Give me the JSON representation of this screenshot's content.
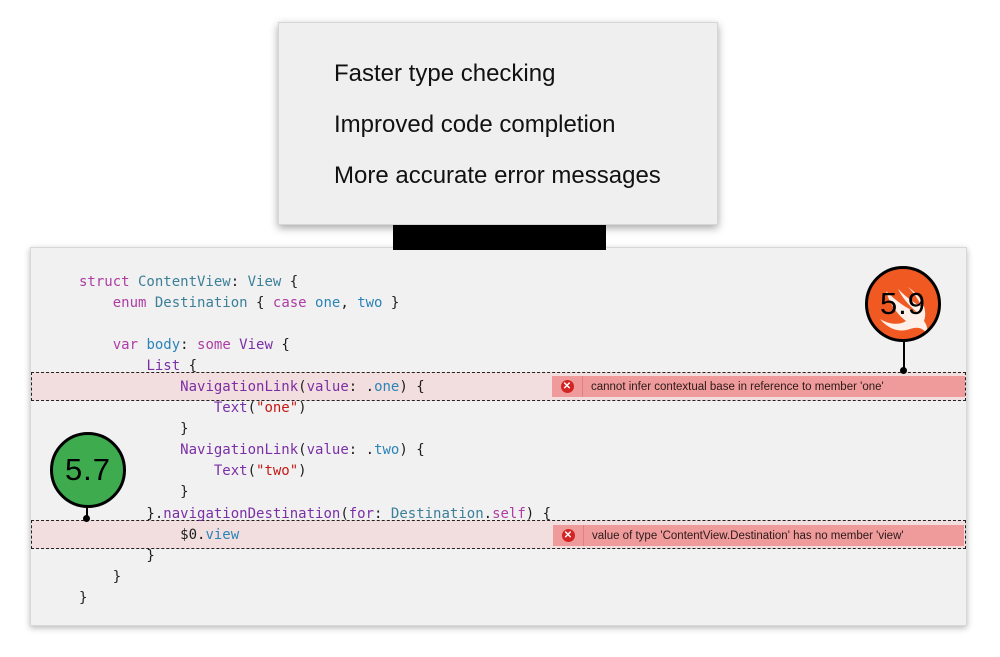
{
  "features": [
    "Faster type checking",
    "Improved code completion",
    "More accurate error messages"
  ],
  "badges": {
    "new_version": "5.9",
    "old_version": "5.7",
    "new_color": "#f05a22",
    "old_color": "#3dab4e"
  },
  "code": {
    "l1": {
      "a": "struct",
      "b": " ContentView",
      "c": ": ",
      "d": "View",
      "e": " {"
    },
    "l2": {
      "a": "    ",
      "b": "enum",
      "c": " Destination",
      "d": " { ",
      "e": "case",
      "f": " one",
      "g": ", ",
      "h": "two",
      "i": " }"
    },
    "l4": {
      "a": "    ",
      "b": "var",
      "c": " body",
      "d": ": ",
      "e": "some",
      "f": " View",
      "g": " {"
    },
    "l5": {
      "a": "        ",
      "b": "List",
      "c": " {"
    },
    "l6": {
      "a": "            ",
      "b": "NavigationLink",
      "c": "(",
      "d": "value",
      "e": ": .",
      "f": "one",
      "g": ") {"
    },
    "l7": {
      "a": "                ",
      "b": "Text",
      "c": "(",
      "d": "\"one\"",
      "e": ")"
    },
    "l8": {
      "a": "            }"
    },
    "l9": {
      "a": "            ",
      "b": "NavigationLink",
      "c": "(",
      "d": "value",
      "e": ": .",
      "f": "two",
      "g": ") {"
    },
    "l10": {
      "a": "                ",
      "b": "Text",
      "c": "(",
      "d": "\"two\"",
      "e": ")"
    },
    "l11": {
      "a": "            }"
    },
    "l12": {
      "a": "        }.",
      "b": "navigationDestination",
      "c": "(",
      "d": "for",
      "e": ": ",
      "f": "Destination",
      "g": ".",
      "h": "self",
      "i": ") {"
    },
    "l13": {
      "a": "            $0.",
      "b": "view"
    },
    "l14": {
      "a": "        }"
    },
    "l15": {
      "a": "    }"
    },
    "l16": {
      "a": "}"
    }
  },
  "errors": {
    "first": "cannot infer contextual base in reference to member 'one'",
    "second": "value of type 'ContentView.Destination' has no member 'view'",
    "icon": "error-x-icon",
    "color": "#f09b9b"
  }
}
